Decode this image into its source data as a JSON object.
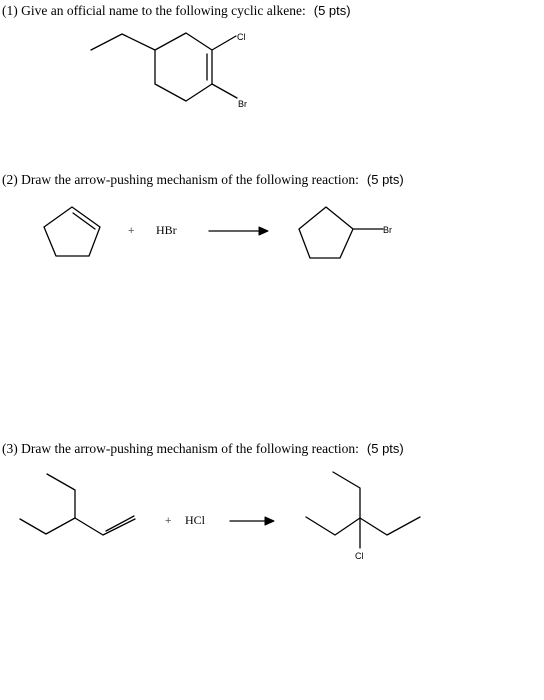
{
  "questions": [
    {
      "prompt": "(1) Give an official name to the following cyclic alkene:",
      "points": "(5 pts)",
      "substituents": [
        "Cl",
        "Br"
      ]
    },
    {
      "prompt": "(2) Draw the arrow-pushing mechanism of the following reaction:",
      "points": "(5 pts)",
      "plus": "+",
      "reagent": "HBr",
      "product_label": "Br"
    },
    {
      "prompt": "(3) Draw the arrow-pushing mechanism of the following reaction:",
      "points": "(5 pts)",
      "plus": "+",
      "reagent": "HCl",
      "product_label": "Cl"
    }
  ]
}
